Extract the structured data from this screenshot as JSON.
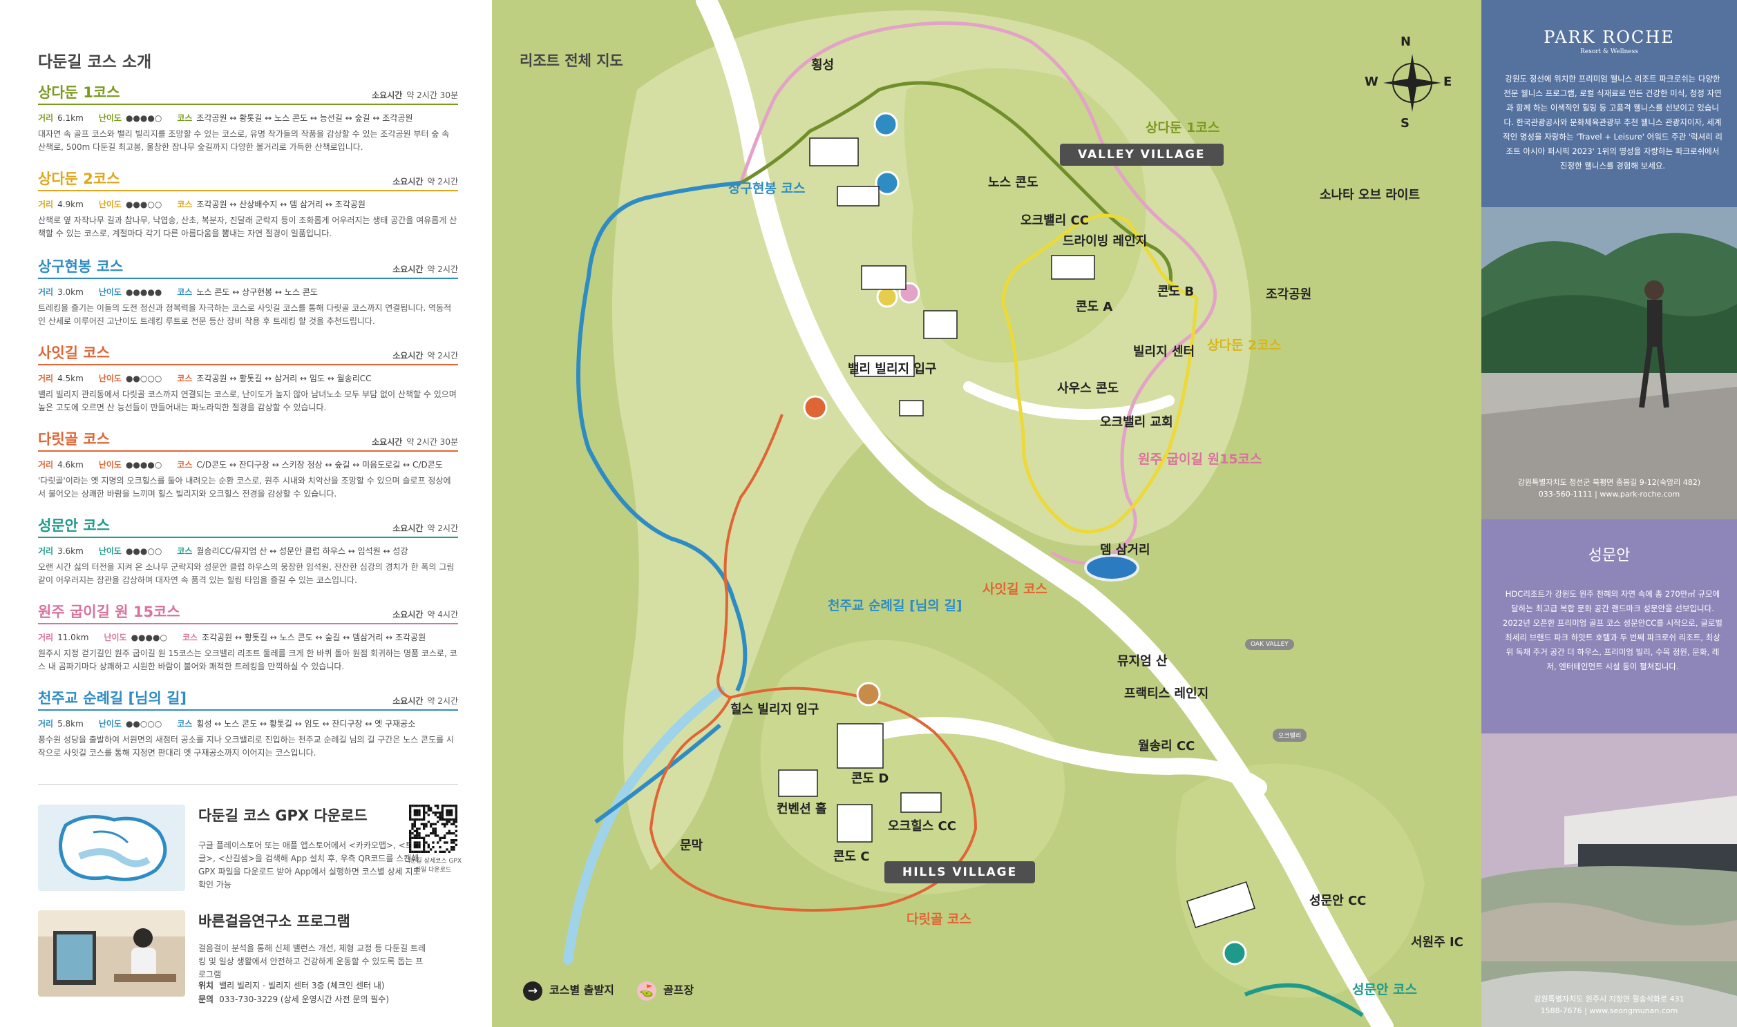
{
  "left": {
    "title": "다둔길 코스 소개",
    "time_label": "소요시간",
    "distance_label": "거리",
    "difficulty_label": "난이도",
    "course_label": "코스",
    "courses": [
      {
        "name": "상다둔 1코스",
        "color": "#7a9a1e",
        "time": "약 2시간 30분",
        "distance": "6.1km",
        "difficulty": "●●●●○",
        "route": "조각공원 ↔ 황톳길 ↔ 노스 콘도 ↔ 능선길 ↔ 숲길 ↔ 조각공원",
        "desc": "대자연 속 골프 코스와 밸리 빌리지를 조망할 수 있는 코스로, 유명 작가들의 작품을 감상할 수 있는 조각공원 부터 숲 속 산책로, 500m 다둔길 최고봉, 울창한 잠나무 숲길까지 다양한 볼거리로 가득한 산책로입니다."
      },
      {
        "name": "상다둔 2코스",
        "color": "#e0a61a",
        "time": "약 2시간",
        "distance": "4.9km",
        "difficulty": "●●●○○",
        "route": "조각공원 ↔ 산상배수지 ↔ 뎀 삼거리 ↔ 조각공원",
        "desc": "산책로 옆 자작나무 길과 참나무, 낙엽송, 산초, 복분자, 진달래 군락지 등이 조화롭게 어우러지는 생태 공간을 여유롭게 산책할 수 있는 코스로, 계절마다 각기 다른 아름다움을 뽐내는 자연 절경이 일품입니다."
      },
      {
        "name": "상구현봉 코스",
        "color": "#2f8cc3",
        "time": "약 2시간",
        "distance": "3.0km",
        "difficulty": "●●●●●",
        "route": "노스 콘도 ↔ 상구현봉 ↔ 노스 콘도",
        "desc": "트레킹을 즐기는 이들의 도전 정신과 정복력을 자극하는 코스로 사잇길 코스를 통해 다릿골 코스까지 연결됩니다. 역동적인 산세로 이루어진 고난이도 트레킹 루트로 전문 등산 장비 착용 후 트레킹 할 것을 추천드립니다."
      },
      {
        "name": "사잇길 코스",
        "color": "#e06535",
        "time": "약 2시간",
        "distance": "4.5km",
        "difficulty": "●●○○○",
        "route": "조각공원 ↔ 황톳길 ↔ 삼거리 ↔ 임도 ↔ 월송리CC",
        "desc": "밸리 빌리지 관리동에서 다릿골 코스까지 연결되는 코스로, 난이도가 높지 않아 남녀노소 모두 부담 없이 산책할 수 있으며 높은 고도에 오르면 산 능선들이 만들어내는 파노라믹한 절경을 감상할 수 있습니다."
      },
      {
        "name": "다릿골 코스",
        "color": "#e06535",
        "time": "약 2시간 30분",
        "distance": "4.6km",
        "difficulty": "●●●●○",
        "route": "C/D콘도 ↔ 잔디구장 ↔ 스키장 정상 ↔ 숲길 ↔ 미음도로길 ↔ C/D콘도",
        "desc": "'다릿골'이라는 옛 지명의 오크힐스를 둘아 내려오는 순환 코스로, 원주 시내와 치악산을 조망할 수 있으며 슬로프 정상에서 불어오는 상쾌한 바람을 느끼며 힐스 빌리지와 오크힐스 전경을 감상할 수 있습니다."
      },
      {
        "name": "성문안 코스",
        "color": "#1f9a8a",
        "time": "약 2시간",
        "distance": "3.6km",
        "difficulty": "●●●○○",
        "route": "월송리CC/뮤지엄 산 ↔ 성문안 클럽 하우스 ↔ 임석원 ↔ 성강",
        "desc": "오랜 시간 싫의 터전을 지켜 온 소나무 군락지와 성문안 클럽 하우스의 웅장한 임석원, 잔잔한 심강의 경치가 한 폭의 그림같이 어우러지는 장관을 감상하며 대자연 속 품격 있는 힐링 타임을 즐길 수 있는 코스입니다."
      },
      {
        "name": "원주 굽이길 원 15코스",
        "color": "#d9729e",
        "time": "약 4시간",
        "distance": "11.0km",
        "difficulty": "●●●●○",
        "route": "조각공원 ↔ 황톳길 ↔ 노스 콘도 ↔ 숲길 ↔ 뎀삼거리 ↔ 조각공원",
        "desc": "원주시 지정 걷기길인 원주 굽이길 원 15코스는 오크밸리 리조트 둘레를 크게 한 바퀴 돌아 원점 회귀하는 명품 코스로, 코스 내 곰파기마다 상쾌하고 시원한 바람이 불어와 쾌적한 트레킹을 만끽하실 수 있습니다."
      },
      {
        "name": "천주교 순례길 [님의 길]",
        "color": "#2f8cc3",
        "time": "약 2시간",
        "distance": "5.8km",
        "difficulty": "●●○○○",
        "route": "횡성 ↔ 노스 콘도 ↔ 황톳길 ↔ 임도 ↔ 잔디구장 ↔ 옛 구재공소",
        "desc": "풍수원 성당을 출발하여 서원면의 새점터 공소를 지나 오크밸리로 진입하는 천주교 순례길 님의 길 구간은 노스 콘도를 시작으로 사잇길 코스를 통해 지정면 판대리 옛 구재공소까지 이어지는 코스입니다."
      }
    ],
    "gpx": {
      "title": "다둔길 코스 GPX 다운로드",
      "desc": "구글 플레이스토어 또는 애플 앱스토어에서 <카카오맵>, <트랭글>, <산길샘>을 검색해 App 설치 후, 우측 QR코드를 스캔해 GPX 파일을 다운로드 받아 App에서 실행하면 코스별 상세 지도 확인 가능",
      "qr_caption": "다둔길 상세코스 GPX파일 다운로드"
    },
    "program": {
      "title": "바른걸음연구소 프로그램",
      "desc": "걸음걸이 분석을 통해 신체 밸런스 개선, 체형 교정 등 다둔길 트레킹 및 일상 생활에서 안전하고 건강하게 운동할 수 있도록 돕는 프로그램",
      "loc_label": "위치",
      "loc_value": "밸리 빌리지 - 빌리지 센터 3층 (체크인 센터 내)",
      "contact_label": "문의",
      "contact_value": "033-730-3229 (상세 운영시간 사전 문의 필수)"
    }
  },
  "map": {
    "title": "리조트 전체 지도",
    "compass": {
      "n": "N",
      "s": "S",
      "e": "E",
      "w": "W"
    },
    "directions": {
      "hoengseong": "횡성",
      "munmak": "문막",
      "seowonju": "서원주 IC"
    },
    "villages": {
      "valley": "VALLEY VILLAGE",
      "hills": "HILLS VILLAGE"
    },
    "entrances": {
      "valley": "밸리 빌리지 입구",
      "hills": "힐스 빌리지 입구"
    },
    "course_labels": {
      "sangdadun1": "상다둔 1코스",
      "sangdadun2": "상다둔 2코스",
      "sanggu": "상구현봉 코스",
      "saitgil": "사잇길 코스",
      "darit": "다릿골 코스",
      "seongmunan": "성문안 코스",
      "wonju": "원주 굽이길 원15코스",
      "cheonju": "천주교 순례길 [님의 길]"
    },
    "places": {
      "north_condo": "노스 콘도",
      "oak_valley_cc": "오크밸리 CC",
      "driving_range": "드라이빙 레인지",
      "sonata": "소나타 오브 라이트",
      "condo_a": "콘도 A",
      "condo_b": "콘도 B",
      "sculpture_park": "조각공원",
      "village_center": "빌리지 센터",
      "south_condo": "사우스 콘도",
      "oak_valley_church": "오크밸리 교회",
      "dam_junction": "뎀 삼거리",
      "museum_san": "뮤지엄 산",
      "practice_range": "프랙티스 레인지",
      "wolsong_cc": "월송리 CC",
      "condo_d": "콘도 D",
      "convention_hall": "컨벤션 홀",
      "oak_hills_cc": "오크힐스 CC",
      "condo_c": "콘도 C",
      "seongmunan_cc": "성문안 CC"
    },
    "mini_signs": {
      "oak_valley": "OAK VALLEY",
      "small": "오크밸리"
    },
    "legend": {
      "start": "코스별 출발지",
      "golf": "골프장"
    },
    "colors": {
      "background": "#bfcf82",
      "meadow": "#d8e2a8",
      "road": "#ffffff",
      "sangdadun1": "#6f8f2a",
      "sangdadun2": "#ecd93a",
      "sanggu": "#2f8cc3",
      "saitgil": "#e06535",
      "wonju": "#e3a3c6",
      "seongmunan": "#1f9a8a"
    }
  },
  "right": {
    "park_roche": {
      "brand": "PARK ROCHE",
      "sub": "Resort & Wellness",
      "desc": "강원도 정선에 위치한 프리미엄 웰니스 리조트 파크로쉬는 다양한 전문 웰니스 프로그램, 로컬 식재료로 만든 건강한 미식, 청정 자연과 함께 하는 이색적인 힐링 등 고품격 웰니스를 선보이고 있습니다. 한국관광공사와 문화체육관광부 추천 웰니스 관광지이자, 세계적인 명성을 자랑하는 'Travel + Leisure' 어워드 주관 '럭셔리 리조트 아시아 퍼시픽 2023' 1위의 명성을 자랑하는 파크로쉬에서 진정한 웰니스를 경험해 보세요.",
      "address": "강원특별자치도 정선군 북평면 중봉길 9-12(숙암리 482)",
      "contact": "033-560-1111 | www.park-roche.com"
    },
    "seongmunan": {
      "brand": "성문안",
      "desc": "HDC리조트가 강원도 원주 천혜의 자연 속에 총 270만㎡ 규모에 달하는 최고급 복합 문화 공간 랜드마크 성문안을 선보입니다. 2022년 오픈한 프리미엄 골프 코스 성문안CC를 시작으로, 글로벌 최세리 브랜드 파크 하얏트 호텔과 두 번째 파크로쉬 리조트, 최상위 독채 주거 공간 더 하우스, 프리미엄 빌리, 수목 정원, 문화, 레저, 엔터테인먼트 시설 등이 펼쳐집니다.",
      "address": "강원특별자치도 원주시 지정면 월송석화로 431",
      "contact": "1588-7676 | www.seongmunan.com"
    }
  }
}
